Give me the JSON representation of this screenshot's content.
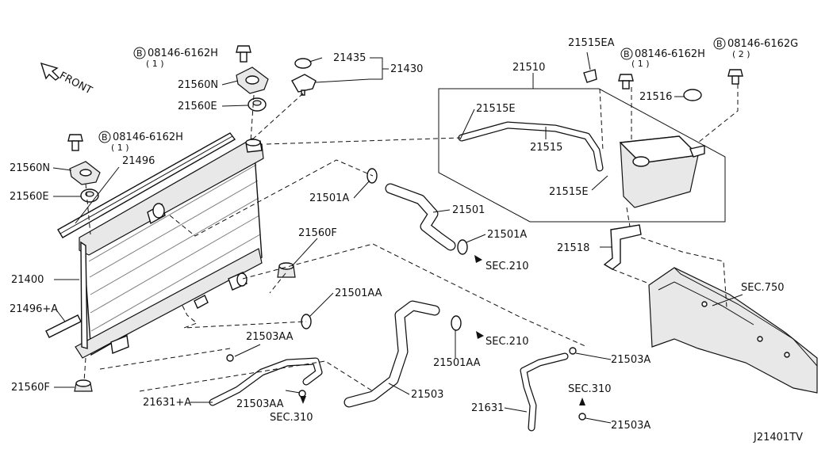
{
  "diagram_code": "J21401TV",
  "front_label": "FRONT",
  "bolt_b_symbol": "B",
  "labels": {
    "bolt_top": "08146-6162H",
    "bolt_top_qty": "( 1 )",
    "bolt_left": "08146-6162H",
    "bolt_left_qty": "( 1 )",
    "bolt_right_h": "08146-6162H",
    "bolt_right_h_qty": "( 1 )",
    "bolt_right_g": "08146-6162G",
    "bolt_right_g_qty": "( 2 )",
    "p21435": "21435",
    "p21430": "21430",
    "p21560n_top": "21560N",
    "p21560e_top": "21560E",
    "p21560n_left": "21560N",
    "p21560e_left": "21560E",
    "p21496": "21496",
    "p21400": "21400",
    "p21496a": "21496+A",
    "p21560f_left": "21560F",
    "p21560f_mid": "21560F",
    "p21501a_top": "21501A",
    "p21501": "21501",
    "p21501a_right": "21501A",
    "sec210_top": "SEC.210",
    "p21501aa_top": "21501AA",
    "p21501aa_bottom": "21501AA",
    "sec210_bottom": "SEC.210",
    "p21503aa_top": "21503AA",
    "p21503aa_bottom": "21503AA",
    "sec310_left": "SEC.310",
    "p21631a": "21631+A",
    "p21503": "21503",
    "p21631": "21631",
    "sec310_right": "SEC.310",
    "p21503a_top": "21503A",
    "p21503a_bottom": "21503A",
    "p21510": "21510",
    "p21515ea": "21515EA",
    "p21515e_top": "21515E",
    "p21515": "21515",
    "p21515e_bottom": "21515E",
    "p21516": "21516",
    "p21518": "21518",
    "sec750": "SEC.750"
  }
}
